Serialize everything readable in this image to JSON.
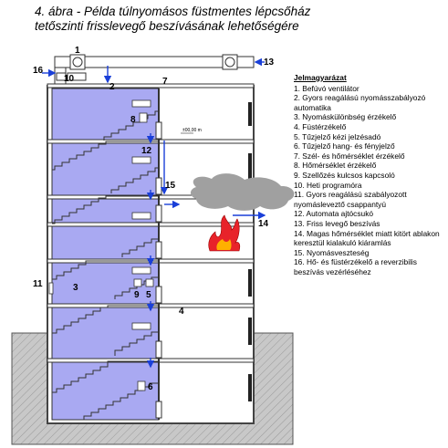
{
  "title": {
    "line1": "4. ábra - Példa túlnyomásos füstmentes lépcsőház",
    "line2": "tetőszinti frisslevegő beszívásának lehetőségére"
  },
  "legend": {
    "heading": "Jelmagyarázat",
    "items": [
      "1. Befúvó ventilátor",
      "2. Gyors reagálású nyomásszabályozó automatika",
      "3. Nyomáskülönbség érzékelő",
      "4. Füstérzékelő",
      "5. Tűzjelző kézi jelzésadó",
      "6. Tűzjelző hang- és fényjelző",
      "7. Szél- és hőmérséklet érzékelő",
      "8. Hőmérséklet érzékelő",
      "9. Szellőzés kulcsos kapcsoló",
      "10. Heti programóra",
      "11. Gyors reagálású szabályozott nyomásleveztő csappantyú",
      "12. Automata ajtócsukó",
      "13. Friss levegő beszívás",
      "14. Magas hőmérséklet miatt kitört ablakon keresztül kialakuló kiáramlás",
      "15. Nyomásveszteség",
      "16. Hő- és füstérzékelő a reverzibilis beszívás vezérléséhez"
    ]
  },
  "callouts": {
    "n1": "1",
    "n2": "2",
    "n3": "3",
    "n4": "4",
    "n5": "5",
    "n6": "6",
    "n7": "7",
    "n8": "8",
    "n9": "9",
    "n10": "10",
    "n11": "11",
    "n12": "12",
    "n13": "13",
    "n14": "14",
    "n15": "15",
    "n16": "16"
  },
  "level_mark": "±00,00 m",
  "colors": {
    "stair_fill": "#a9a9f2",
    "ground": "#c8c8c8",
    "smoke": "#a0a0a0",
    "fire": "#e8232a",
    "arrow": "#1a3fd8"
  }
}
